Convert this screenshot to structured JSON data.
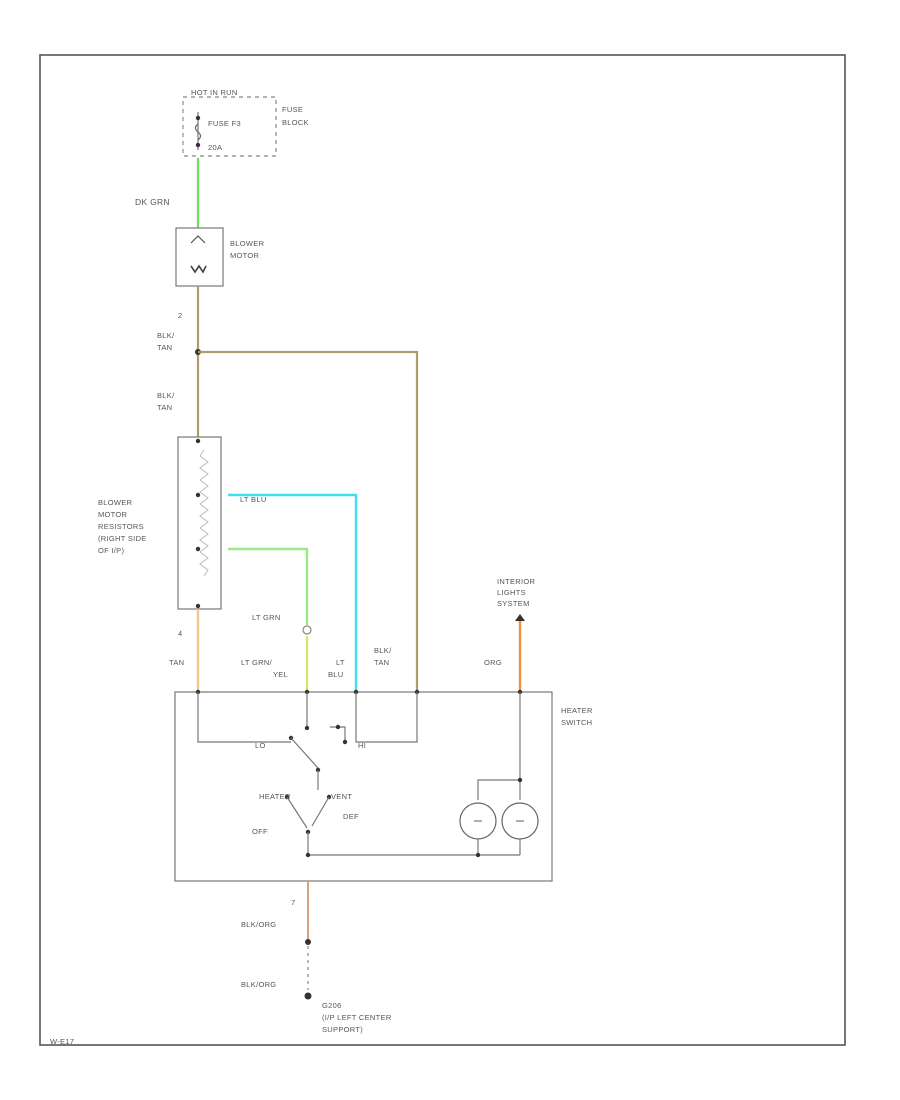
{
  "fuse_block": {
    "hot_line": "HOT IN RUN",
    "fuse": "FUSE F3",
    "amperage": "20A",
    "name": [
      "FUSE",
      "BLOCK"
    ]
  },
  "blower_motor": {
    "name": [
      "BLOWER",
      "MOTOR"
    ],
    "feed_wire": "DK GRN",
    "pin_out": "2",
    "out_wire": [
      "BLK/",
      "TAN"
    ]
  },
  "resistors": {
    "in_wire": [
      "BLK/",
      "TAN"
    ],
    "name": [
      "BLOWER",
      "MOTOR",
      "RESISTORS",
      "(RIGHT SIDE",
      "OF I/P)"
    ],
    "pin_bottom": "4",
    "lt_blu_wire": "LT BLU",
    "lt_grn_wire": "LT GRN",
    "tan_wire": "TAN"
  },
  "switch_wires": {
    "lt_grn_yel": [
      "LT GRN/",
      "YEL"
    ],
    "lt_blu": [
      "LT",
      "BLU"
    ],
    "blk_tan": [
      "BLK/",
      "TAN"
    ],
    "org": "ORG"
  },
  "interior_lights": {
    "name": [
      "INTERIOR",
      "LIGHTS",
      "SYSTEM"
    ]
  },
  "heater_switch": {
    "name": [
      "HEATER",
      "SWITCH"
    ],
    "positions": [
      "LO",
      "HI",
      "HEATER",
      "VENT",
      "OFF",
      "DEF"
    ]
  },
  "ground": {
    "pin": "7",
    "wire_top": "BLK/ORG",
    "wire_bottom": "BLK/ORG",
    "name": [
      "G206",
      "(I/P LEFT CENTER",
      "SUPPORT)"
    ]
  },
  "footer_code": "W-E17",
  "colors": {
    "dk_grn": "#69e05a",
    "blk_tan": "#b09a70",
    "tan": "#f0c78a",
    "lt_blu": "#3ee0f0",
    "lt_grn": "#9bea8a",
    "org": "#f09040",
    "blk_org": "#d9a080"
  }
}
